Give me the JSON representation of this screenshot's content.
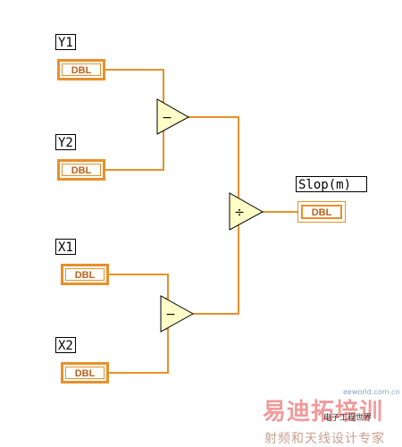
{
  "controls": [
    {
      "label": "Y1",
      "type": "DBL"
    },
    {
      "label": "Y2",
      "type": "DBL"
    },
    {
      "label": "X1",
      "type": "DBL"
    },
    {
      "label": "X2",
      "type": "DBL"
    }
  ],
  "indicator": {
    "label": "Slop(m)",
    "type": "DBL"
  },
  "nodes": {
    "subtract_y": "−",
    "subtract_x": "−",
    "divide": "÷"
  },
  "colors": {
    "wire": "#e8902a",
    "node_fill": "#ffffc8",
    "node_stroke": "#000000"
  },
  "watermark": {
    "brand": "易迪拓培训",
    "url": "eeworld.com.cn",
    "sub": "电子工程世界",
    "tagline": "射频和天线设计专家"
  }
}
